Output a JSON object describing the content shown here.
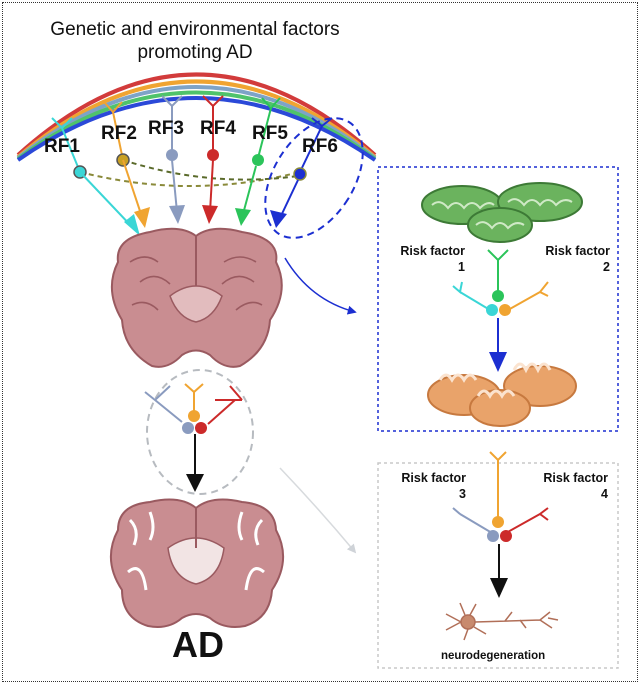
{
  "title": "Genetic and environmental factors promoting AD",
  "risk_factors": [
    "RF1",
    "RF2",
    "RF3",
    "RF4",
    "RF5",
    "RF6"
  ],
  "panel_top": {
    "left_label": "Risk factor 1",
    "right_label": "Risk factor 2"
  },
  "panel_bottom": {
    "left_label": "Risk factor 3",
    "right_label": "Risk factor 4",
    "caption": "neurodegeneration"
  },
  "outcome_label": "AD",
  "colors": {
    "rf1": "#3ad6d6",
    "rf2": "#f0a431",
    "rf3": "#8a9bbf",
    "rf4": "#cc2a2a",
    "rf5": "#2bc45a",
    "rf6": "#1c2fd1",
    "brain": "#c98d91",
    "mito_green": "#6bb35e",
    "mito_orange": "#e9a36a"
  }
}
